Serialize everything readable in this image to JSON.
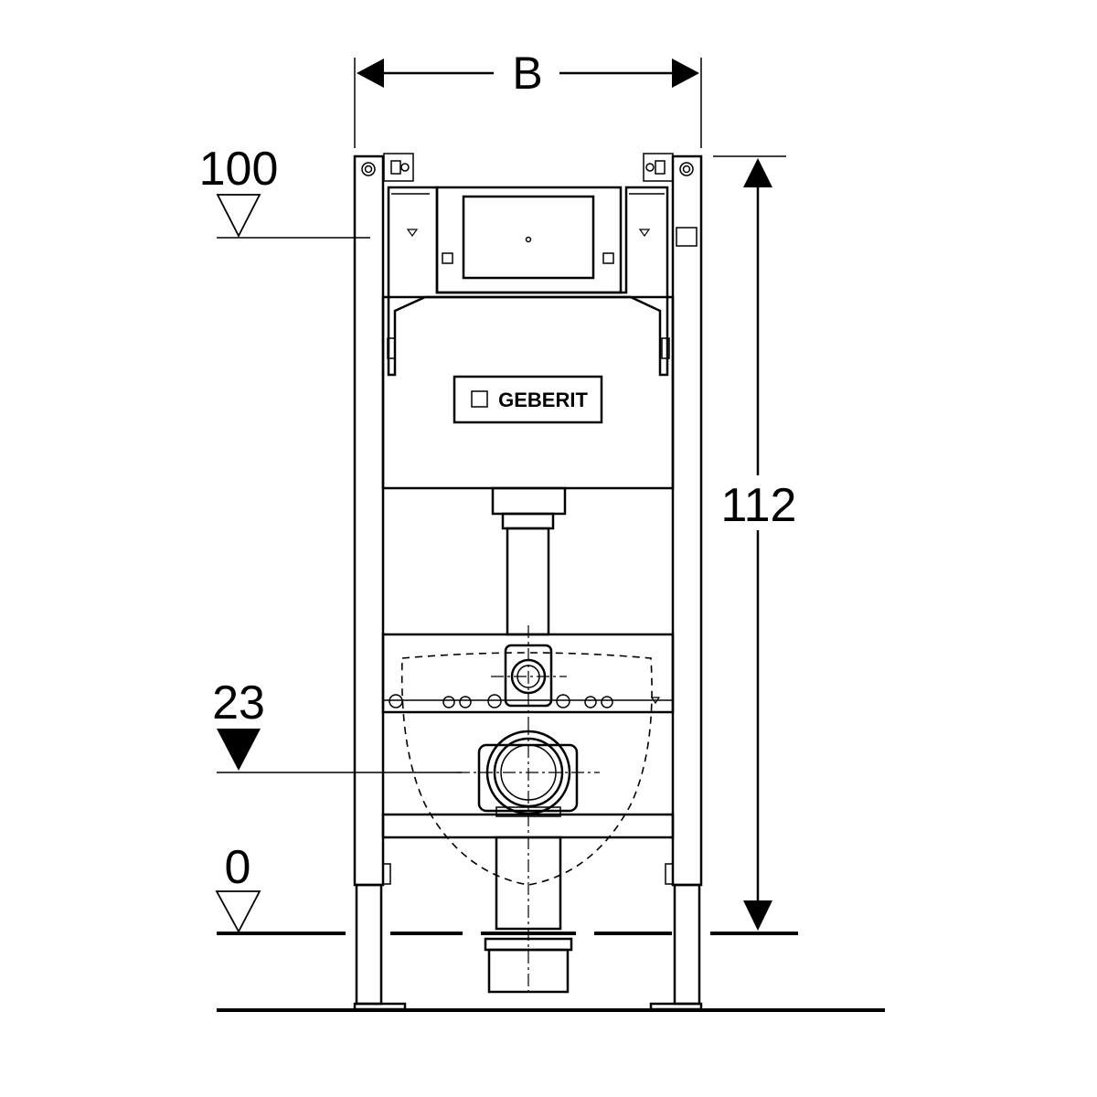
{
  "dimensions": {
    "width_label": "B",
    "height_label": "112",
    "level_top": "100",
    "level_outlet": "23",
    "level_floor": "0"
  },
  "logo": {
    "text": "GEBERIT"
  }
}
